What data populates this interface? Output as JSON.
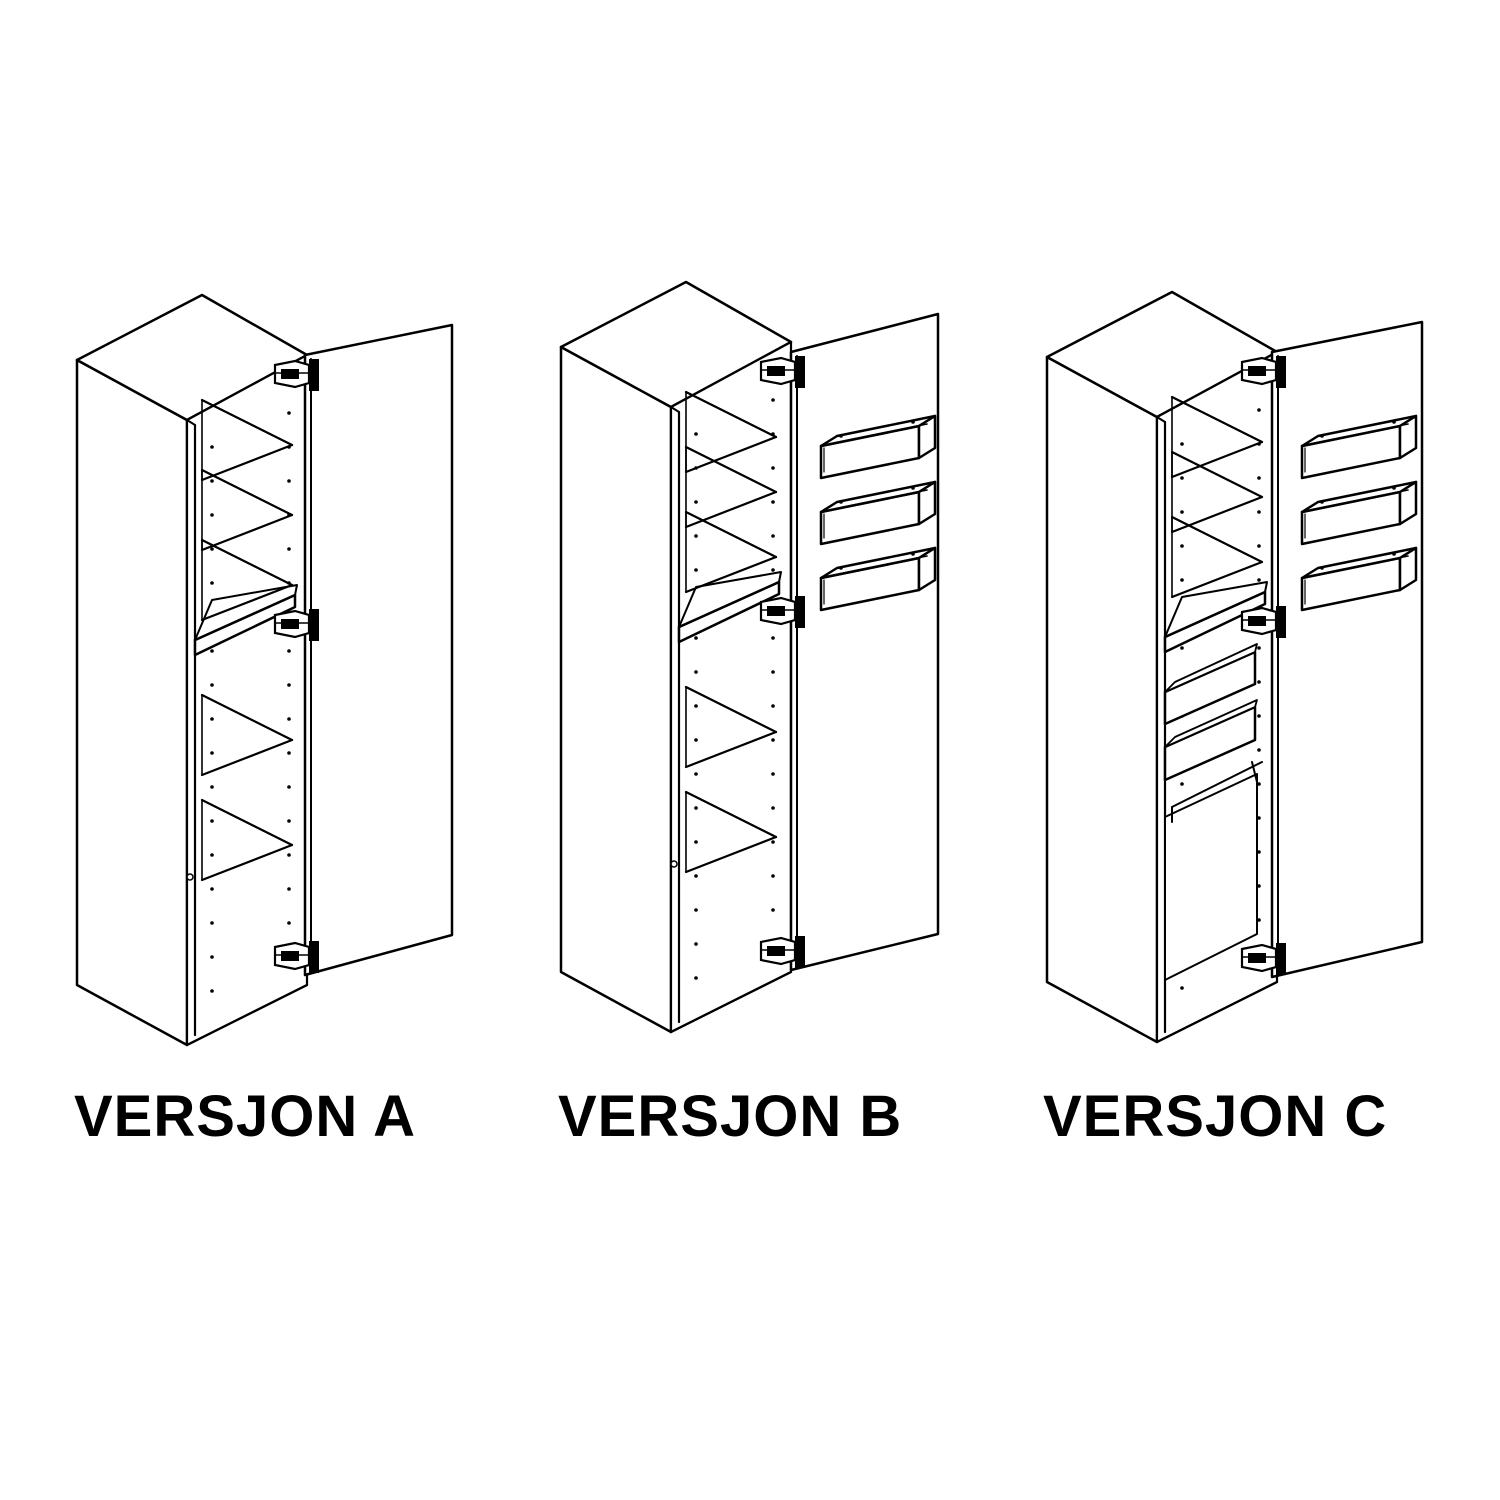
{
  "versions": [
    {
      "label": "VERSJON A",
      "door_boxes": 0,
      "drawers": 0
    },
    {
      "label": "VERSJON B",
      "door_boxes": 3,
      "drawers": 0
    },
    {
      "label": "VERSJON C",
      "door_boxes": 3,
      "drawers": 2
    }
  ],
  "colors": {
    "line": "#000000",
    "background": "#ffffff"
  }
}
